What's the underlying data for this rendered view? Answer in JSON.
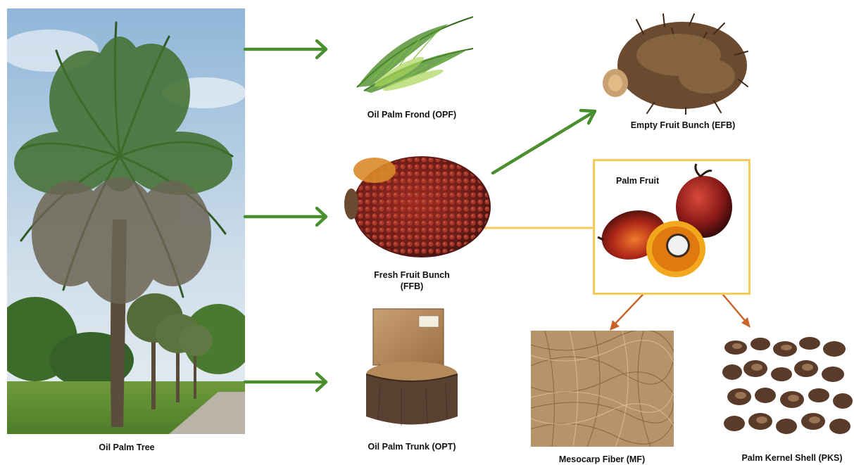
{
  "labels": {
    "tree": "Oil Palm Tree",
    "opf": "Oil Palm Frond (OPF)",
    "ffb_line1": "Fresh Fruit Bunch",
    "ffb_line2": "(FFB)",
    "opt": "Oil Palm Trunk (OPT)",
    "efb": "Empty Fruit Bunch (EFB)",
    "palm_fruit": "Palm Fruit",
    "mf": "Mesocarp Fiber (MF)",
    "pks": "Palm Kernel Shell (PKS)"
  },
  "colors": {
    "green_arrow": "#4a8f2f",
    "orange_arrow": "#c8642a",
    "highlight_box": "#f4cc5a"
  },
  "icons": {
    "tree": "palm-tree-photo",
    "opf": "frond-illustration",
    "ffb": "fruit-bunch-photo",
    "opt": "trunk-photo",
    "efb": "empty-bunch-photo",
    "palm_fruit": "palm-fruit-photo",
    "mf": "fiber-photo",
    "pks": "kernel-shell-photo"
  }
}
